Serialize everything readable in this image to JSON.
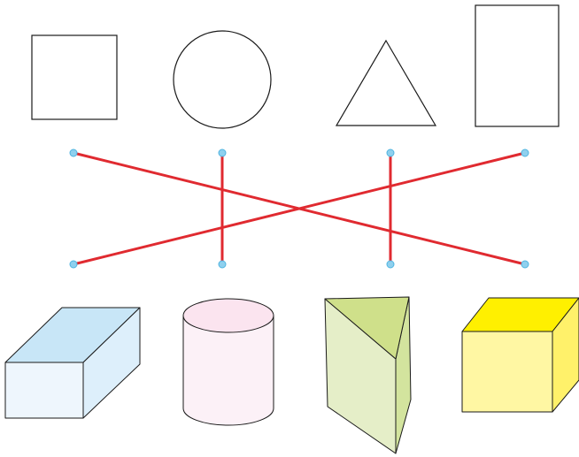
{
  "colors": {
    "background": "#ffffff",
    "outline": "#1a1a1a",
    "connector_line": "#e02a30",
    "connector_dot": "#8fd0ee",
    "connector_dot_stroke": "#4fb4e0",
    "cuboid_front": "#eef6fd",
    "cuboid_top": "#c8e6f7",
    "cuboid_side": "#ddeffb",
    "cylinder_body": "#fcf1f7",
    "cylinder_top": "#fbe4ef",
    "prism_front": "#e5eec8",
    "prism_side": "#d3e49e",
    "prism_top": "#cfe08a",
    "cube_front": "#fff7a3",
    "cube_top": "#fff000",
    "cube_side": "#fff16a"
  },
  "plane_shapes": [
    {
      "id": "square",
      "icon": "square-icon"
    },
    {
      "id": "circle",
      "icon": "circle-icon"
    },
    {
      "id": "triangle",
      "icon": "triangle-icon"
    },
    {
      "id": "rectangle",
      "icon": "rectangle-icon"
    }
  ],
  "solid_shapes": [
    {
      "id": "cuboid",
      "icon": "cuboid-icon"
    },
    {
      "id": "cylinder",
      "icon": "cylinder-icon"
    },
    {
      "id": "triangular-prism",
      "icon": "triangular-prism-icon"
    },
    {
      "id": "cube",
      "icon": "cube-icon"
    }
  ],
  "matches": [
    {
      "from": "square",
      "to": "cube"
    },
    {
      "from": "circle",
      "to": "cylinder"
    },
    {
      "from": "triangle",
      "to": "triangular-prism"
    },
    {
      "from": "rectangle",
      "to": "cuboid"
    }
  ]
}
